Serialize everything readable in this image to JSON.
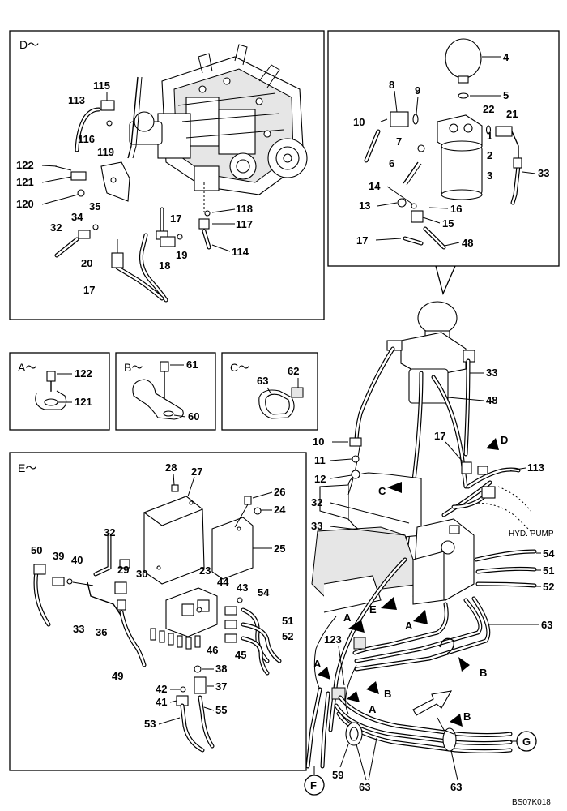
{
  "sections": {
    "D": "D～",
    "A": "A～",
    "B": "B～",
    "C": "C～",
    "E": "E～"
  },
  "part_numbers": {
    "p1": "1",
    "p2": "2",
    "p3": "3",
    "p4": "4",
    "p5": "5",
    "p6": "6",
    "p7": "7",
    "p8": "8",
    "p9": "9",
    "p10": "10",
    "p11": "11",
    "p12": "12",
    "p13": "13",
    "p14": "14",
    "p15": "15",
    "p16": "16",
    "p17": "17",
    "p20": "20",
    "p21": "21",
    "p22": "22",
    "p23": "23",
    "p24": "24",
    "p25": "25",
    "p26": "26",
    "p27": "27",
    "p28": "28",
    "p29": "29",
    "p30": "30",
    "p32": "32",
    "p33": "33",
    "p34": "34",
    "p35": "35",
    "p36": "36",
    "p37": "37",
    "p38": "38",
    "p39": "39",
    "p40": "40",
    "p41": "41",
    "p42": "42",
    "p43": "43",
    "p44": "44",
    "p45": "45",
    "p46": "46",
    "p48": "48",
    "p49": "49",
    "p50": "50",
    "p51": "51",
    "p52": "52",
    "p53": "53",
    "p54": "54",
    "p55": "55",
    "p59": "59",
    "p60": "60",
    "p61": "61",
    "p62": "62",
    "p63": "63",
    "p18": "18",
    "p19": "19",
    "p113": "113",
    "p114": "114",
    "p115": "115",
    "p116": "116",
    "p117": "117",
    "p118": "118",
    "p119": "119",
    "p120": "120",
    "p121": "121",
    "p122": "122",
    "p123": "123"
  },
  "view_markers": {
    "A": "A",
    "B": "B",
    "C": "C",
    "D": "D",
    "E": "E",
    "F": "F",
    "G": "G"
  },
  "hyd_pump_label": "HYD. PUMP",
  "drawing_code": "BS07K018"
}
